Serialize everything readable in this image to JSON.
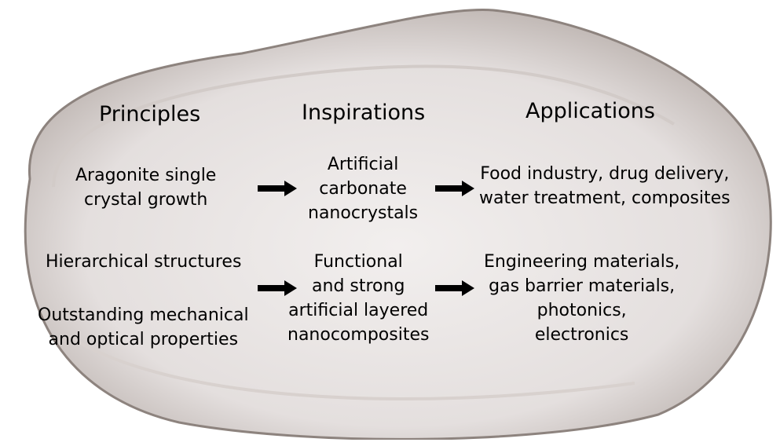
{
  "headers": {
    "principles": "Principles",
    "inspirations": "Inspirations",
    "applications": "Applications"
  },
  "row1": {
    "principle": [
      "Aragonite single",
      "crystal growth"
    ],
    "inspiration": [
      "Artificial",
      "carbonate",
      "nanocrystals"
    ],
    "application": [
      "Food industry, drug delivery,",
      "water treatment, composites"
    ]
  },
  "row2": {
    "principle_a": "Hierarchical structures",
    "principle_b": [
      "Outstanding mechanical",
      "and optical  properties"
    ],
    "inspiration": [
      "Functional",
      "and strong",
      "artificial layered",
      "nanocomposites"
    ],
    "application": [
      "Engineering materials,",
      "gas barrier materials,",
      "photonics,",
      "electronics"
    ]
  }
}
